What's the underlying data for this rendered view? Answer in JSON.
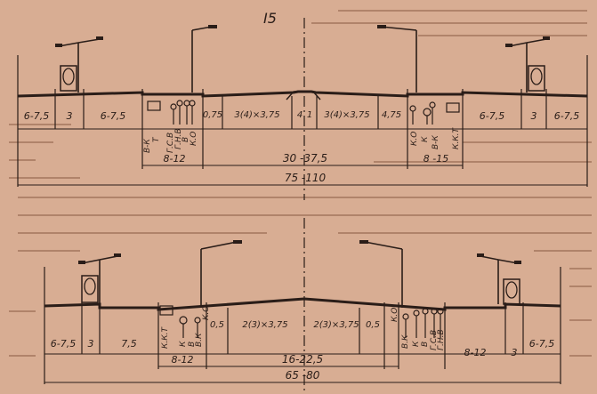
{
  "figure_number": "I5",
  "upper_profile": {
    "segments": [
      "6-7,5",
      "3",
      "6-7,5",
      "0,75",
      "3(4)×3,75",
      "4",
      "1",
      "3(4)×3,75",
      "4,75",
      "6-7,5",
      "3",
      "6-7,5"
    ],
    "utility_left": [
      "В-К",
      "Т",
      "Г.С.В",
      "Г.Н.В",
      "В",
      "К.О"
    ],
    "utility_right": [
      "К.О",
      "К",
      "В-К",
      "К.К.Т"
    ],
    "dim_left": "8-12",
    "dim_center": "30 -37,5",
    "dim_right": "8 -15",
    "dim_total": "75 -110"
  },
  "lower_profile": {
    "segments": [
      "6-7,5",
      "3",
      "7,5",
      "0,5",
      "2(3)×3,75",
      "2(3)×3,75",
      "0,5",
      "8-12",
      "3",
      "6-7,5"
    ],
    "utility_left": [
      "К.К.Т",
      "К",
      "В",
      "В.К",
      "К.О"
    ],
    "utility_right": [
      "К.О",
      "В.К",
      "К",
      "В",
      "Г.С.В",
      "Г.Н.В"
    ],
    "dim_left": "8-12",
    "dim_center": "16-22,5",
    "dim_total": "65 -80"
  }
}
